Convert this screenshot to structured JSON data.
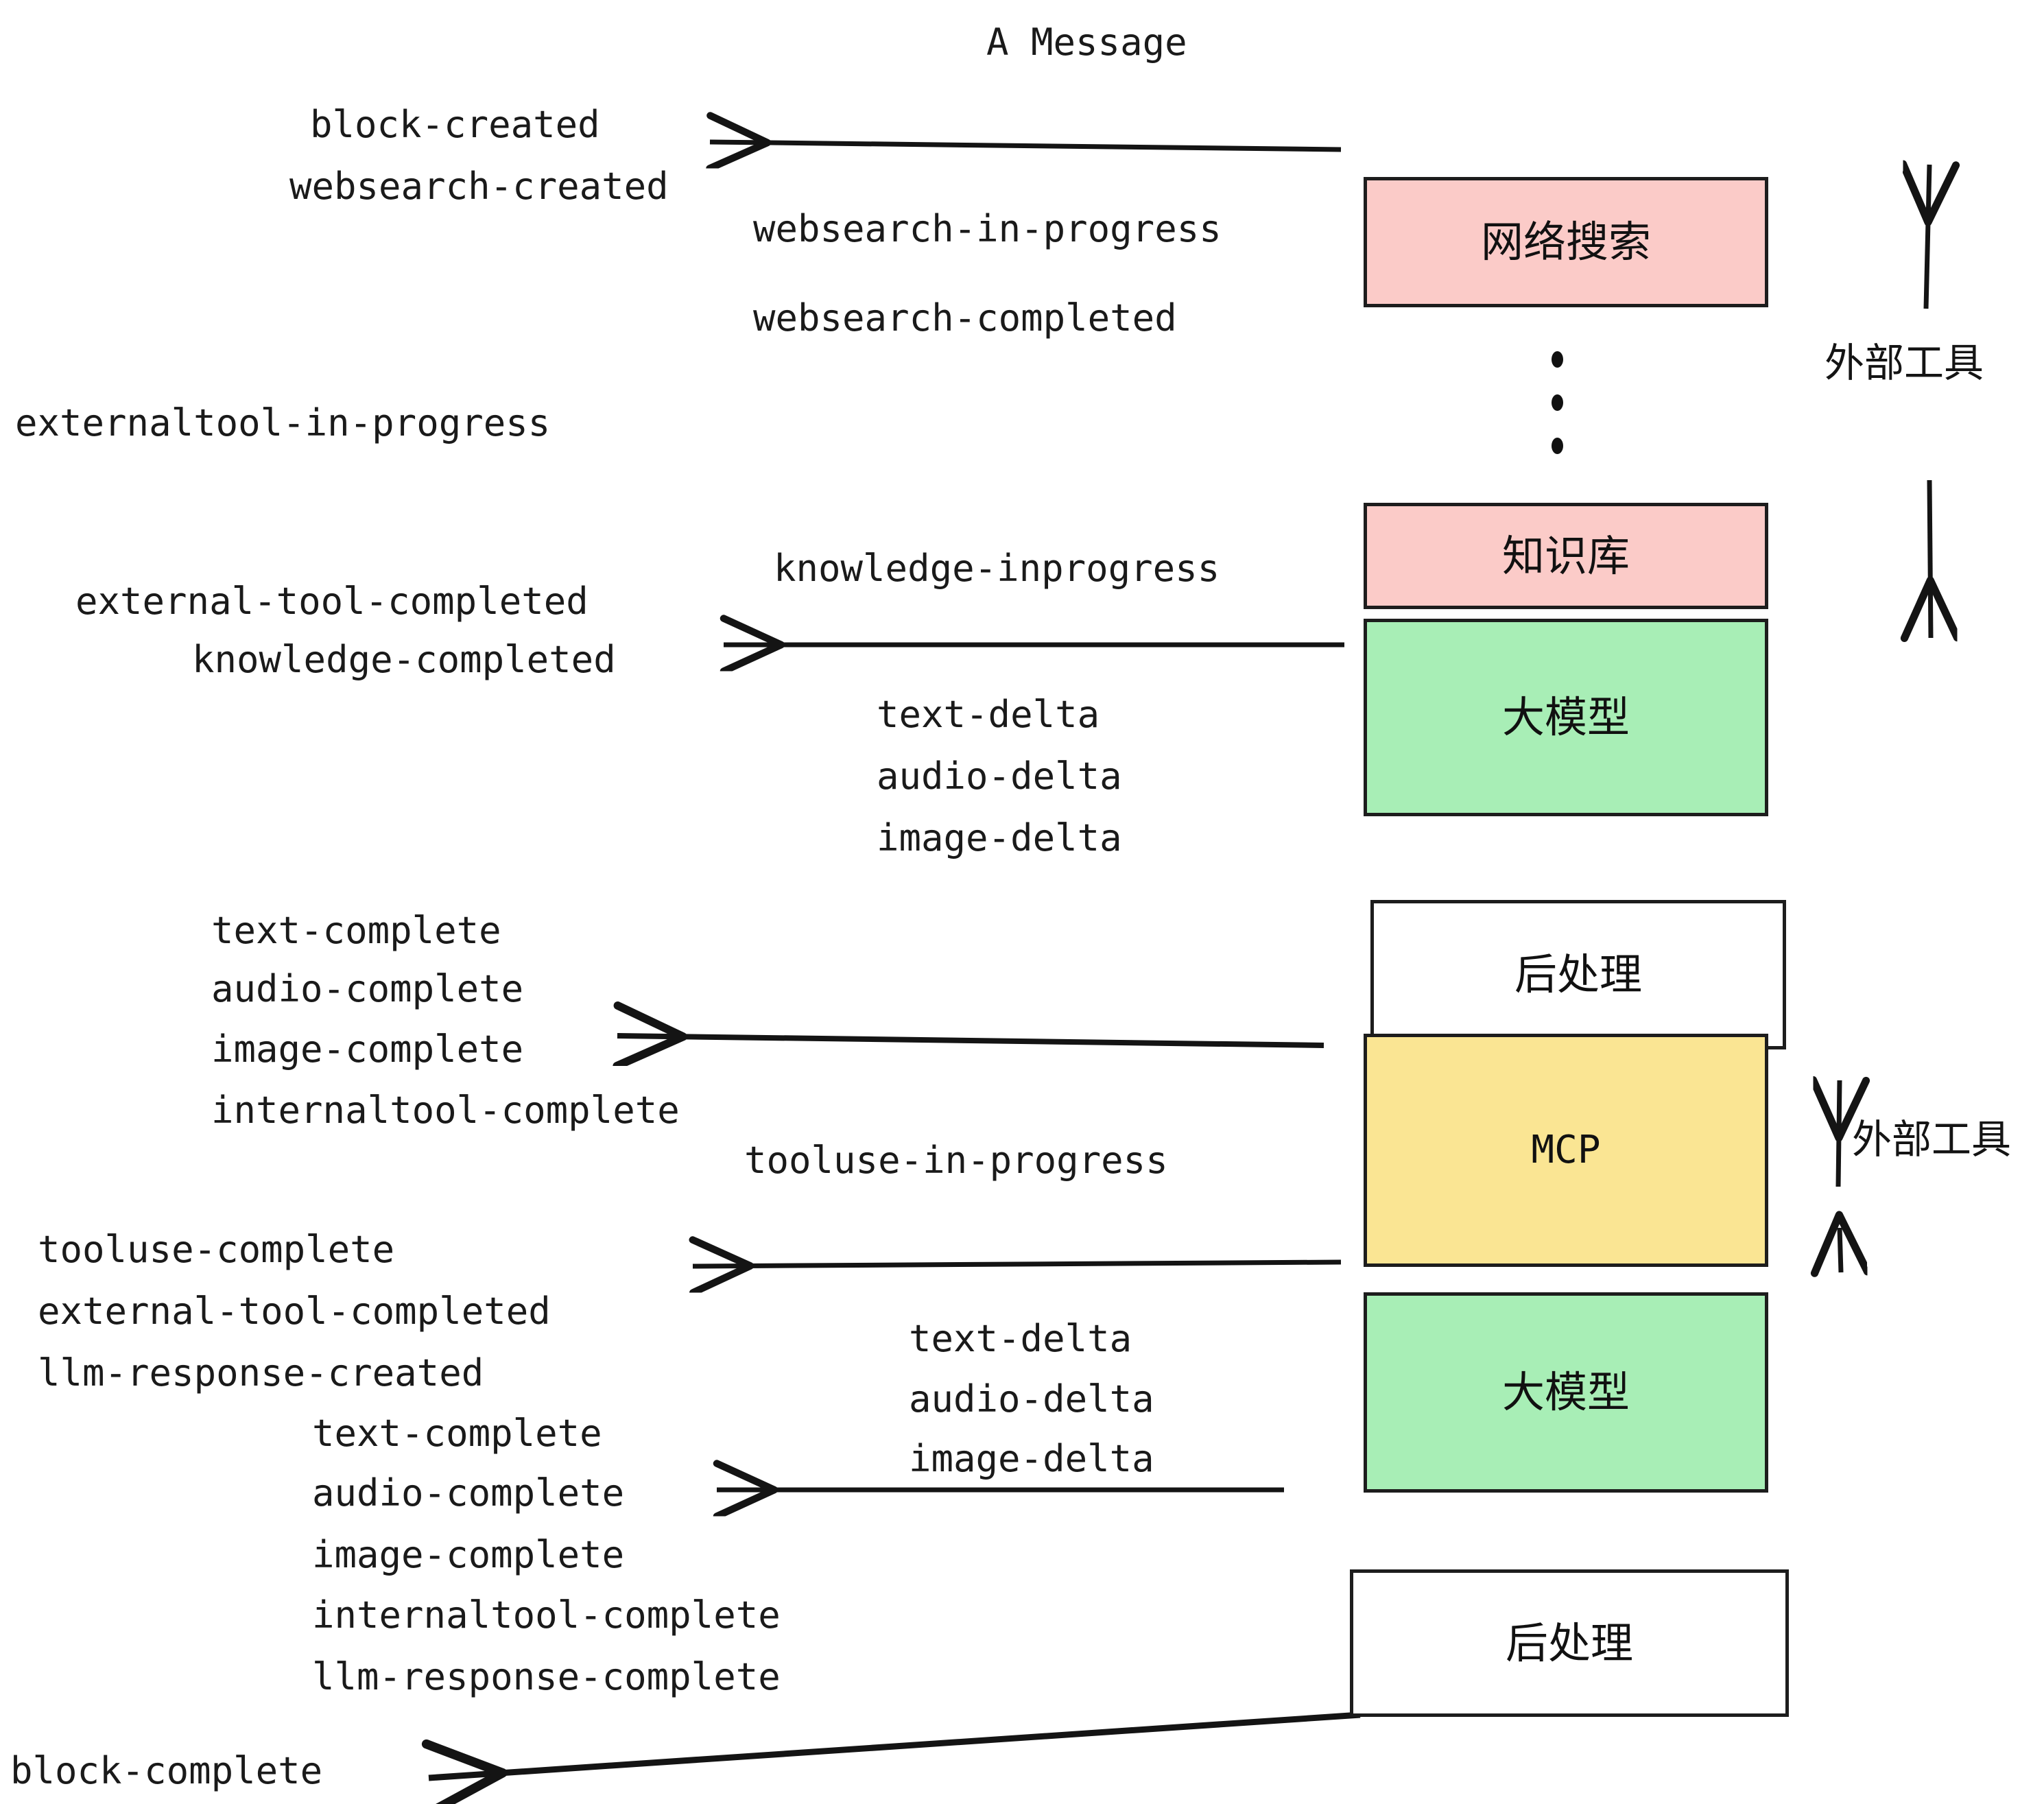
{
  "title": "A Message",
  "nodes": [
    {
      "id": "websearch",
      "label": "网络搜索",
      "color": "#fbcbc8"
    },
    {
      "id": "knowledge",
      "label": "知识库",
      "color": "#fbcbc8"
    },
    {
      "id": "llm-1",
      "label": "大模型",
      "color": "#a8eeb6"
    },
    {
      "id": "postprocess-1",
      "label": "后处理",
      "color": "#ffffff"
    },
    {
      "id": "mcp",
      "label": "MCP",
      "color": "#fae593"
    },
    {
      "id": "llm-2",
      "label": "大模型",
      "color": "#a8eeb6"
    },
    {
      "id": "postprocess-2",
      "label": "后处理",
      "color": "#ffffff"
    }
  ],
  "side_labels": [
    {
      "id": "external-tools-top",
      "label": "外部工具"
    },
    {
      "id": "external-tools-bottom",
      "label": "外部工具"
    }
  ],
  "events": [
    {
      "id": "block-created",
      "text": "block-created"
    },
    {
      "id": "websearch-created",
      "text": "websearch-created"
    },
    {
      "id": "websearch-in-progress",
      "text": "websearch-in-progress"
    },
    {
      "id": "websearch-completed",
      "text": "websearch-completed"
    },
    {
      "id": "externaltool-in-progress",
      "text": "externaltool-in-progress"
    },
    {
      "id": "knowledge-inprogress",
      "text": "knowledge-inprogress"
    },
    {
      "id": "external-tool-completed-1",
      "text": "external-tool-completed"
    },
    {
      "id": "knowledge-completed",
      "text": "knowledge-completed"
    },
    {
      "id": "text-delta-1",
      "text": "text-delta"
    },
    {
      "id": "audio-delta-1",
      "text": "audio-delta"
    },
    {
      "id": "image-delta-1",
      "text": "image-delta"
    },
    {
      "id": "text-complete-1",
      "text": "text-complete"
    },
    {
      "id": "audio-complete-1",
      "text": "audio-complete"
    },
    {
      "id": "image-complete-1",
      "text": "image-complete"
    },
    {
      "id": "internaltool-complete-1",
      "text": "internaltool-complete"
    },
    {
      "id": "tooluse-in-progress",
      "text": "tooluse-in-progress"
    },
    {
      "id": "tooluse-complete",
      "text": "tooluse-complete"
    },
    {
      "id": "external-tool-completed-2",
      "text": "external-tool-completed"
    },
    {
      "id": "llm-response-created",
      "text": "llm-response-created"
    },
    {
      "id": "text-delta-2",
      "text": "text-delta"
    },
    {
      "id": "audio-delta-2",
      "text": "audio-delta"
    },
    {
      "id": "image-delta-2",
      "text": "image-delta"
    },
    {
      "id": "text-complete-2",
      "text": "text-complete"
    },
    {
      "id": "audio-complete-2",
      "text": "audio-complete"
    },
    {
      "id": "image-complete-2",
      "text": "image-complete"
    },
    {
      "id": "internaltool-complete-2",
      "text": "internaltool-complete"
    },
    {
      "id": "llm-response-complete",
      "text": "llm-response-complete"
    },
    {
      "id": "block-complete",
      "text": "block-complete"
    }
  ],
  "colors": {
    "pink": "#fbcbc8",
    "green": "#a8eeb6",
    "yellow": "#fae593",
    "white": "#ffffff",
    "stroke": "#1d1d1d",
    "text": "#111111"
  }
}
